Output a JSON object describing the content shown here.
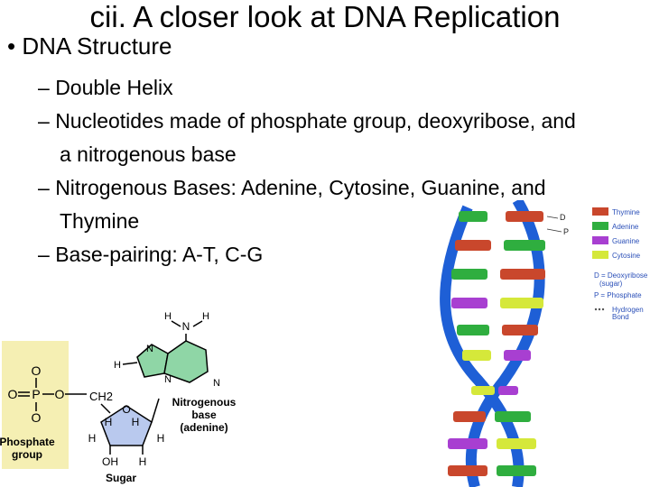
{
  "title": "cii.  A closer look at DNA Replication",
  "bullet": {
    "marker": "•",
    "text": "DNA Structure"
  },
  "sub_items": [
    {
      "dash": "–",
      "lines": [
        "Double Helix"
      ]
    },
    {
      "dash": "–",
      "lines": [
        "Nucleotides made of phosphate group, deoxyribose, and",
        "a nitrogenous base"
      ]
    },
    {
      "dash": "–",
      "lines": [
        "Nitrogenous Bases: Adenine, Cytosine, Guanine, and",
        "Thymine"
      ]
    },
    {
      "dash": "–",
      "lines": [
        "Base-pairing: A-T, C-G"
      ]
    }
  ],
  "nucleotide_figure": {
    "phosphate_label": "Phosphate",
    "group_label": "group",
    "sugar_label": "Sugar",
    "base_label_1": "Nitrogenous",
    "base_label_2": "base",
    "base_label_3": "(adenine)",
    "atoms": {
      "O": "O",
      "P": "P",
      "H": "H",
      "N": "N",
      "OH": "OH",
      "CH2": "CH2"
    },
    "colors": {
      "phosphate_bg": "#f5efb3",
      "base_fill": "#8fd6a6",
      "sugar_fill": "#b9c9ee"
    }
  },
  "helix_figure": {
    "legend": [
      {
        "label": "Thymine",
        "color": "#c9472c"
      },
      {
        "label": "Adenine",
        "color": "#2fae3f"
      },
      {
        "label": "Guanine",
        "color": "#a83fd1"
      },
      {
        "label": "Cytosine",
        "color": "#d5e83a"
      }
    ],
    "legend_d": "D = Deoxyribose",
    "legend_d2": "(sugar)",
    "legend_p": "P = Phosphate",
    "legend_h1": "Hydrogen",
    "legend_h2": "Bond",
    "strand_label_d": "D",
    "strand_label_p": "P",
    "colors": {
      "backbone": "#1e5fd6",
      "legend_text": "#2a4fb8"
    }
  }
}
